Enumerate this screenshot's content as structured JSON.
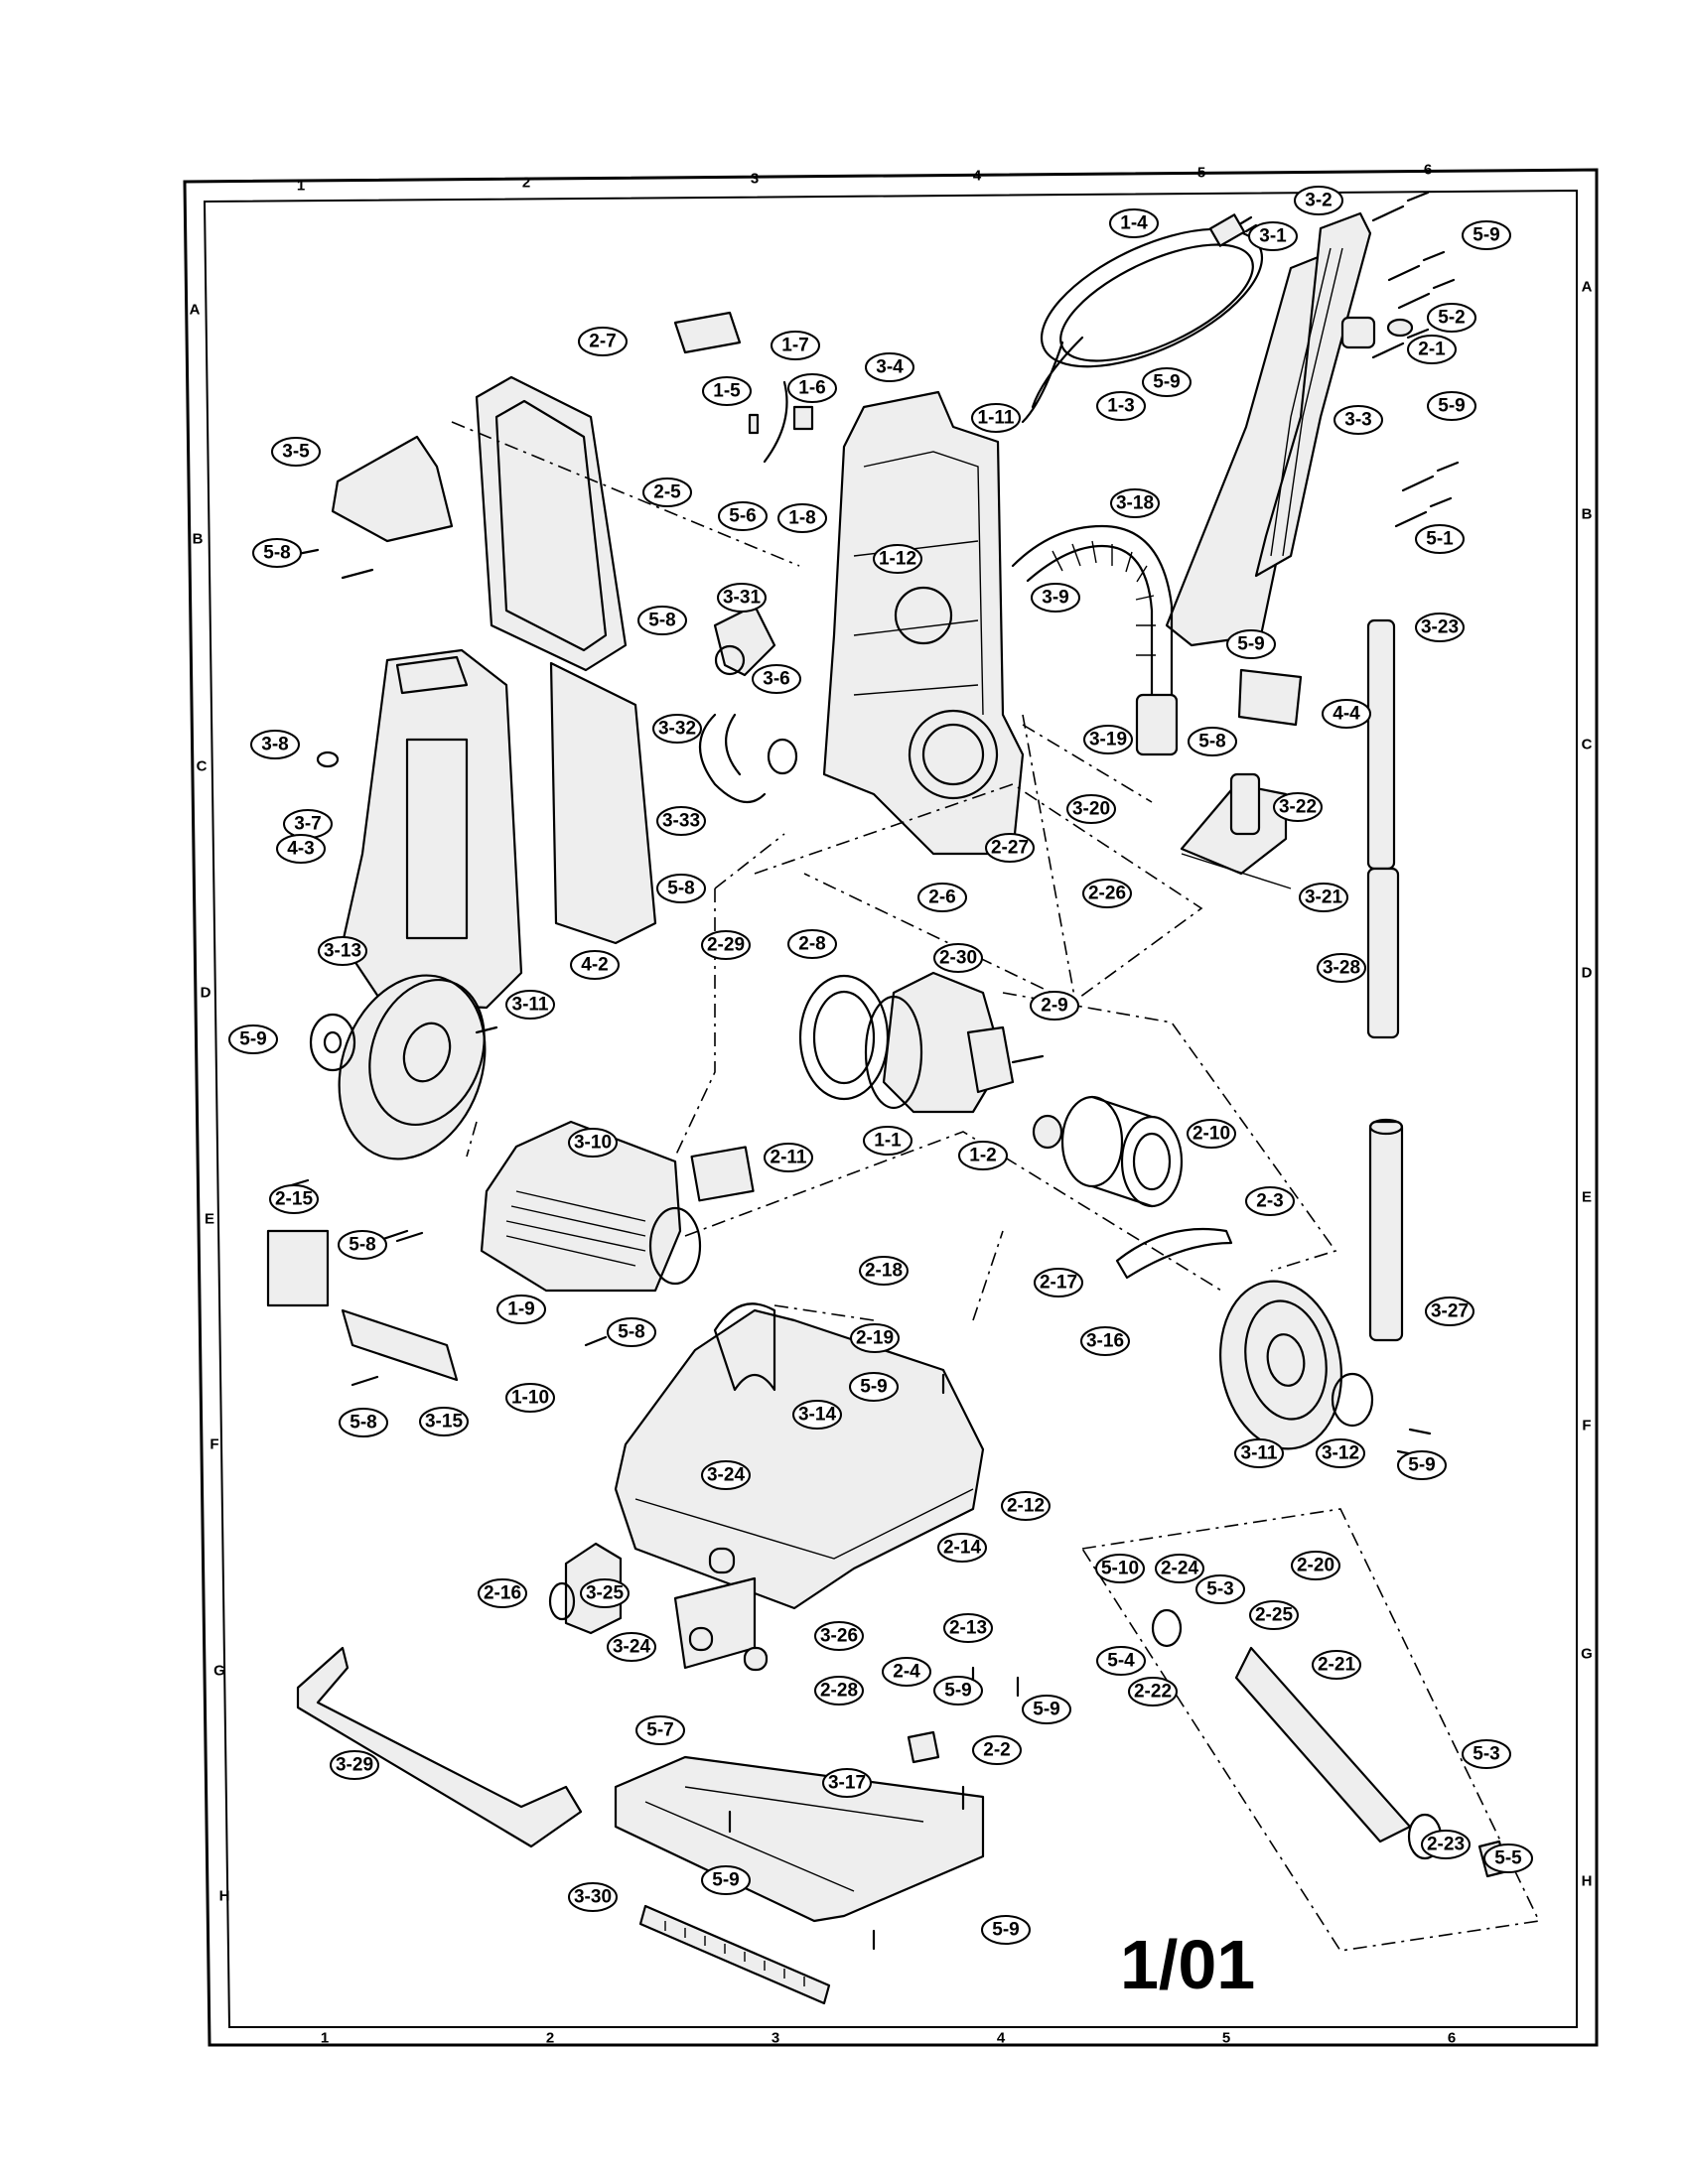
{
  "page_label": "1/01",
  "column_markers": [
    "1",
    "2",
    "3",
    "4",
    "5",
    "6"
  ],
  "row_markers": [
    "A",
    "B",
    "C",
    "D",
    "E",
    "F",
    "G",
    "H"
  ],
  "callouts": [
    {
      "id": "1-4"
    },
    {
      "id": "3-2"
    },
    {
      "id": "3-1"
    },
    {
      "id": "5-9"
    },
    {
      "id": "5-2"
    },
    {
      "id": "2-1"
    },
    {
      "id": "2-7"
    },
    {
      "id": "1-7"
    },
    {
      "id": "3-4"
    },
    {
      "id": "1-5"
    },
    {
      "id": "1-6"
    },
    {
      "id": "1-11"
    },
    {
      "id": "1-3"
    },
    {
      "id": "5-9"
    },
    {
      "id": "3-3"
    },
    {
      "id": "5-9"
    },
    {
      "id": "3-5"
    },
    {
      "id": "2-5"
    },
    {
      "id": "5-6"
    },
    {
      "id": "1-8"
    },
    {
      "id": "3-18"
    },
    {
      "id": "5-1"
    },
    {
      "id": "5-8"
    },
    {
      "id": "1-12"
    },
    {
      "id": "3-31"
    },
    {
      "id": "3-9"
    },
    {
      "id": "3-23"
    },
    {
      "id": "5-8"
    },
    {
      "id": "5-9"
    },
    {
      "id": "3-6"
    },
    {
      "id": "4-4"
    },
    {
      "id": "3-32"
    },
    {
      "id": "5-8"
    },
    {
      "id": "3-8"
    },
    {
      "id": "3-19"
    },
    {
      "id": "3-20"
    },
    {
      "id": "3-22"
    },
    {
      "id": "3-7"
    },
    {
      "id": "3-33"
    },
    {
      "id": "2-27"
    },
    {
      "id": "4-3"
    },
    {
      "id": "5-8"
    },
    {
      "id": "2-6"
    },
    {
      "id": "2-26"
    },
    {
      "id": "3-21"
    },
    {
      "id": "2-29"
    },
    {
      "id": "4-2"
    },
    {
      "id": "2-8"
    },
    {
      "id": "3-13"
    },
    {
      "id": "2-30"
    },
    {
      "id": "3-28"
    },
    {
      "id": "3-11"
    },
    {
      "id": "5-9"
    },
    {
      "id": "2-9"
    },
    {
      "id": "3-10"
    },
    {
      "id": "2-10"
    },
    {
      "id": "1-1"
    },
    {
      "id": "1-2"
    },
    {
      "id": "2-11"
    },
    {
      "id": "2-15"
    },
    {
      "id": "3-27"
    },
    {
      "id": "2-3"
    },
    {
      "id": "5-8"
    },
    {
      "id": "2-18"
    },
    {
      "id": "2-17"
    },
    {
      "id": "1-9"
    },
    {
      "id": "5-8"
    },
    {
      "id": "2-19"
    },
    {
      "id": "3-16"
    },
    {
      "id": "5-9"
    },
    {
      "id": "1-10"
    },
    {
      "id": "5-8"
    },
    {
      "id": "3-15"
    },
    {
      "id": "3-14"
    },
    {
      "id": "3-11"
    },
    {
      "id": "3-12"
    },
    {
      "id": "5-9"
    },
    {
      "id": "3-24"
    },
    {
      "id": "2-12"
    },
    {
      "id": "2-14"
    },
    {
      "id": "2-20"
    },
    {
      "id": "5-10"
    },
    {
      "id": "2-24"
    },
    {
      "id": "2-16"
    },
    {
      "id": "3-25"
    },
    {
      "id": "5-3"
    },
    {
      "id": "2-25"
    },
    {
      "id": "2-13"
    },
    {
      "id": "3-26"
    },
    {
      "id": "3-24"
    },
    {
      "id": "5-4"
    },
    {
      "id": "2-21"
    },
    {
      "id": "2-4"
    },
    {
      "id": "5-9"
    },
    {
      "id": "5-9"
    },
    {
      "id": "2-22"
    },
    {
      "id": "2-28"
    },
    {
      "id": "5-7"
    },
    {
      "id": "3-29"
    },
    {
      "id": "2-2"
    },
    {
      "id": "5-3"
    },
    {
      "id": "3-17"
    },
    {
      "id": "2-23"
    },
    {
      "id": "5-5"
    },
    {
      "id": "5-9"
    },
    {
      "id": "3-30"
    },
    {
      "id": "5-9"
    }
  ]
}
